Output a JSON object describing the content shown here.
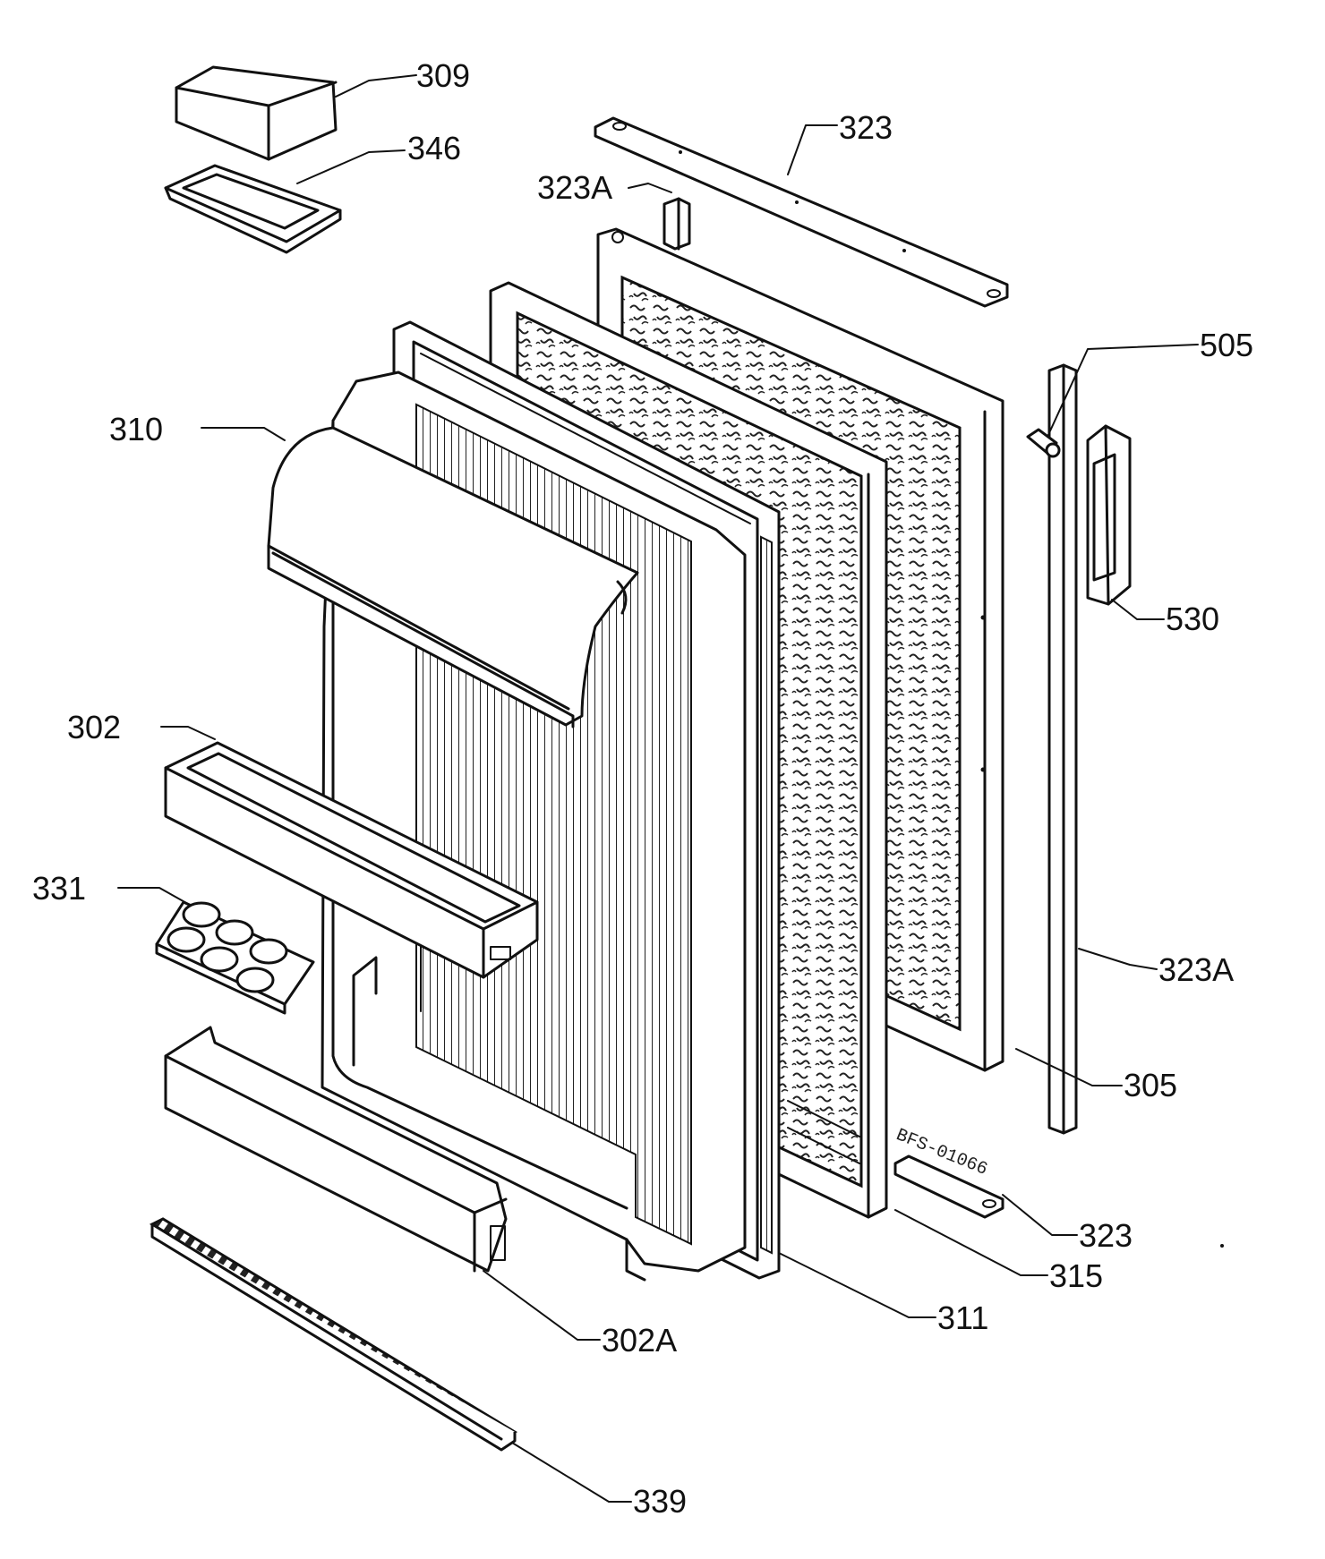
{
  "diagram": {
    "labels": {
      "p309": "309",
      "p346": "346",
      "p323_top": "323",
      "p323a_top": "323A",
      "p505": "505",
      "p310": "310",
      "p530": "530",
      "p302": "302",
      "p331": "331",
      "p323a_right": "323A",
      "p305": "305",
      "p323_bottom": "323",
      "p315": "315",
      "p311": "311",
      "p302a": "302A",
      "p339": "339"
    },
    "stamp": "BFS-01066"
  }
}
